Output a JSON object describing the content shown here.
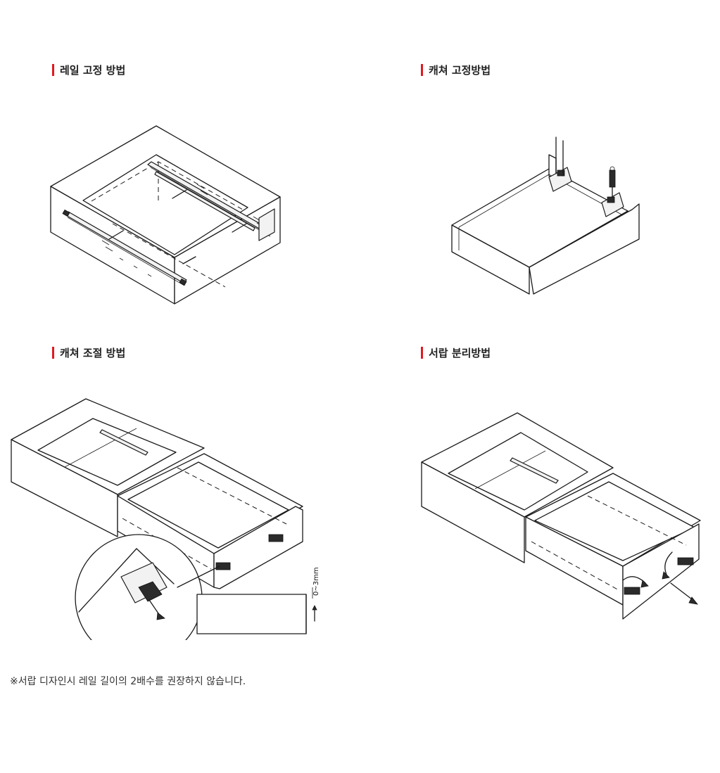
{
  "sections": [
    {
      "title": "레일 고정 방법"
    },
    {
      "title": "캐쳐 고정방법"
    },
    {
      "title": "캐쳐 조절 방법"
    },
    {
      "title": "서랍 분리방법"
    }
  ],
  "adjust_label": "0~3mm",
  "note": "※서랍 디자인시 레일 길이의 2배수를 권장하지 않습니다."
}
